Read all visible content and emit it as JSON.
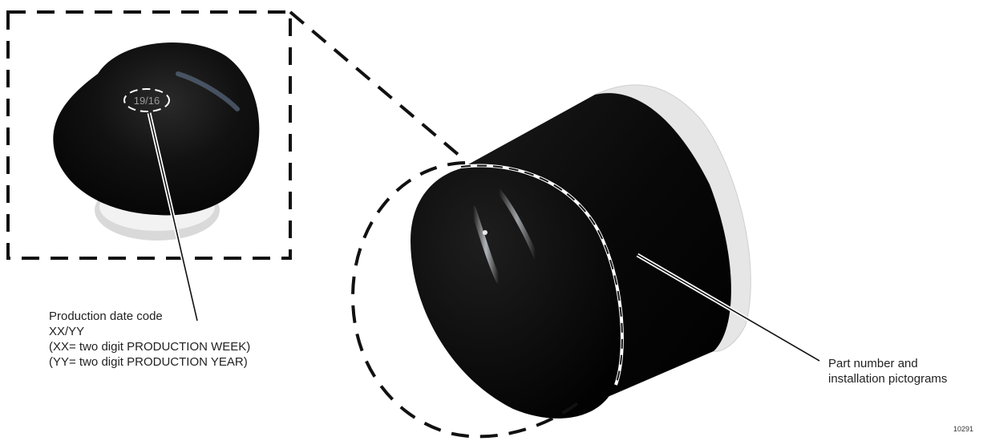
{
  "callouts": {
    "date_code": {
      "title": "Production date code",
      "format": "XX/YY",
      "xx_note": "(XX= two digit PRODUCTION WEEK)",
      "yy_note": "(YY= two digit PRODUCTION YEAR)"
    },
    "part_number": {
      "line1": "Part number and",
      "line2": "installation pictograms"
    }
  },
  "embossed_code": "19/16",
  "figure_number": "10291",
  "colors": {
    "filter_body": "#0a0a0a",
    "gasket": "#e6e6e6",
    "dash_line": "#111111",
    "caption_text": "#222222"
  }
}
